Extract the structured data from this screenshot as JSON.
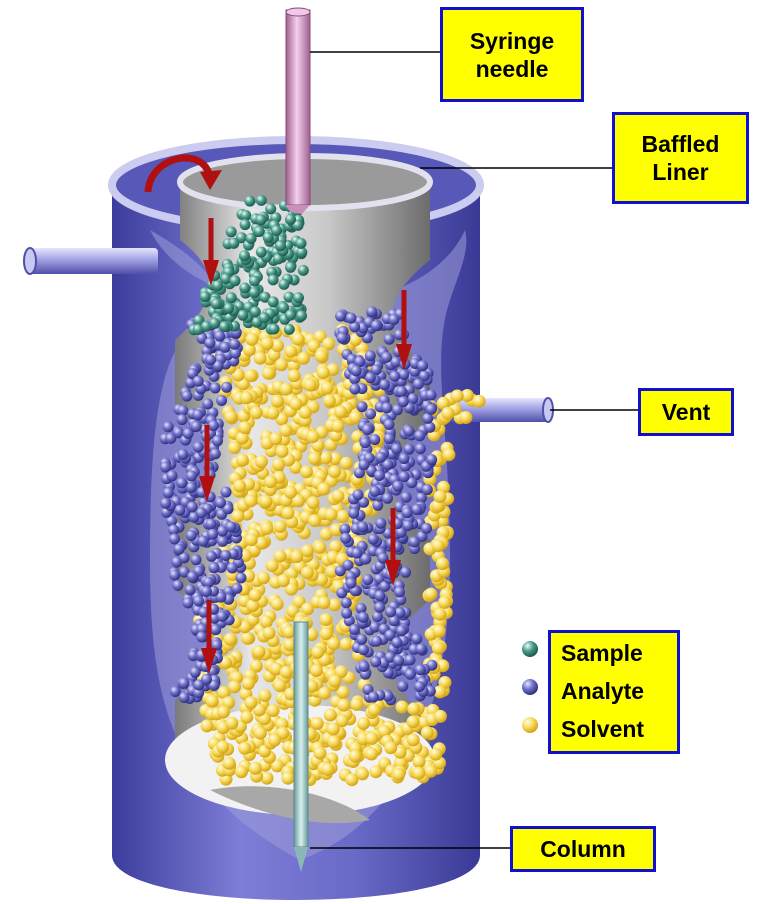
{
  "labels": {
    "syringe_needle": "Syringe needle",
    "baffled_liner": "Baffled Liner",
    "vent": "Vent",
    "column": "Column"
  },
  "legend": [
    {
      "label": "Sample",
      "color": "#2f7f70"
    },
    {
      "label": "Analyte",
      "color": "#4a4aa8"
    },
    {
      "label": "Solvent",
      "color": "#f2c72e"
    }
  ],
  "colors": {
    "label_fill": "#ffff00",
    "label_border": "#1010d0",
    "outer_tube": "#6a6ac8",
    "flow_arrow": "#b01010"
  }
}
